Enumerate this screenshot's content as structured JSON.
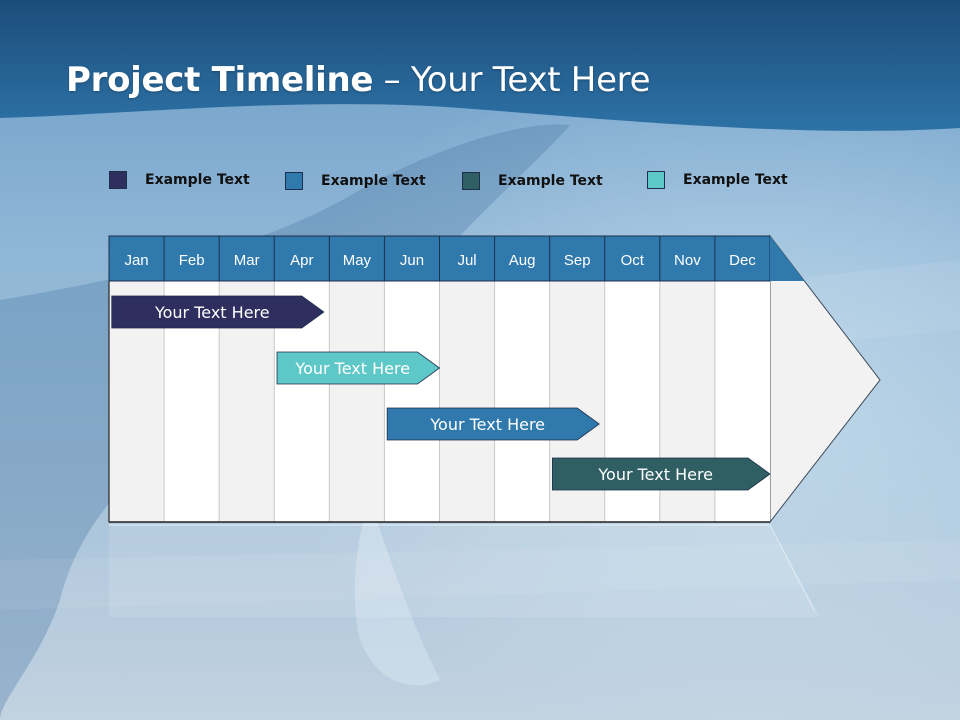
{
  "slide": {
    "title_bold": "Project Timeline",
    "title_rest": " – Your Text Here"
  },
  "colors": {
    "navy": "#2e2e5f",
    "blue": "#2f79ad",
    "dark_teal": "#2f5f63",
    "light_teal": "#5ec7c7",
    "header": "#2f79ad"
  },
  "legend": [
    {
      "label": "Example Text",
      "color": "#2e2e5f"
    },
    {
      "label": "Example Text",
      "color": "#2f79ad"
    },
    {
      "label": "Example Text",
      "color": "#2f5f63"
    },
    {
      "label": "Example Text",
      "color": "#5ec7c7"
    }
  ],
  "timeline": {
    "months": [
      "Jan",
      "Feb",
      "Mar",
      "Apr",
      "May",
      "Jun",
      "Jul",
      "Aug",
      "Sep",
      "Oct",
      "Nov",
      "Dec"
    ],
    "tasks": [
      {
        "label": "Your  Text Here",
        "start_month": 0.05,
        "end_month": 3.9,
        "color": "#2e2e5f",
        "text_color": "#ffffff"
      },
      {
        "label": "Your  Text Here",
        "start_month": 3.05,
        "end_month": 6.0,
        "color": "#5ec7c7",
        "text_color": "#ffffff"
      },
      {
        "label": "Your  Text Here",
        "start_month": 5.05,
        "end_month": 8.9,
        "color": "#2f79ad",
        "text_color": "#ffffff"
      },
      {
        "label": "Your  Text Here",
        "start_month": 8.05,
        "end_month": 12.0,
        "color": "#2f5f63",
        "text_color": "#ffffff"
      }
    ]
  }
}
